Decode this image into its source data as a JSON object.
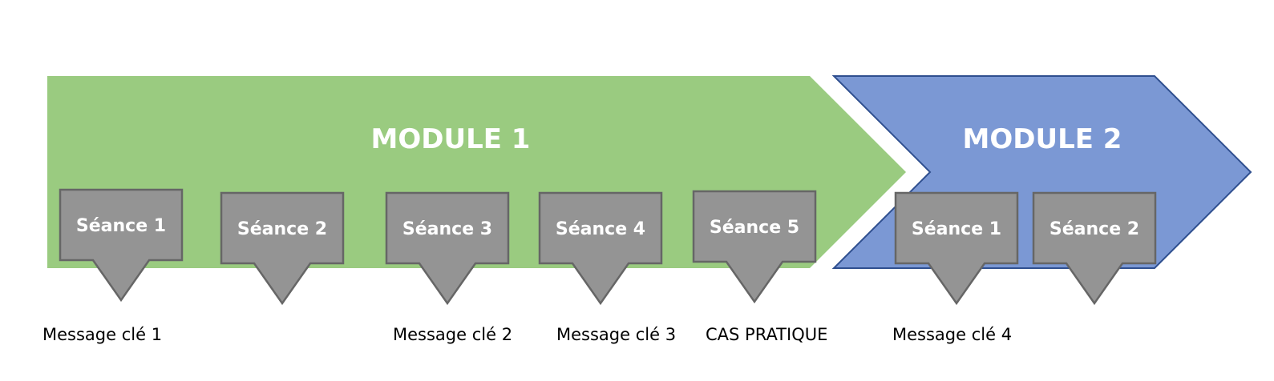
{
  "modules": [
    {
      "label": "MODULE 1",
      "color": "#9acb80",
      "seances": [
        "Séance 1",
        "Séance 2",
        "Séance 3",
        "Séance 4",
        "Séance 5"
      ]
    },
    {
      "label": "MODULE 2",
      "color": "#7b98d4",
      "border_color": "#2f4f8f",
      "seances": [
        "Séance 1",
        "Séance 2"
      ]
    }
  ],
  "seance_style": {
    "fill": "#949494",
    "stroke": "#666666"
  },
  "messages": [
    "Message clé 1",
    "Message clé 2",
    "Message clé 3",
    "CAS PRATIQUE",
    "Message clé 4"
  ]
}
